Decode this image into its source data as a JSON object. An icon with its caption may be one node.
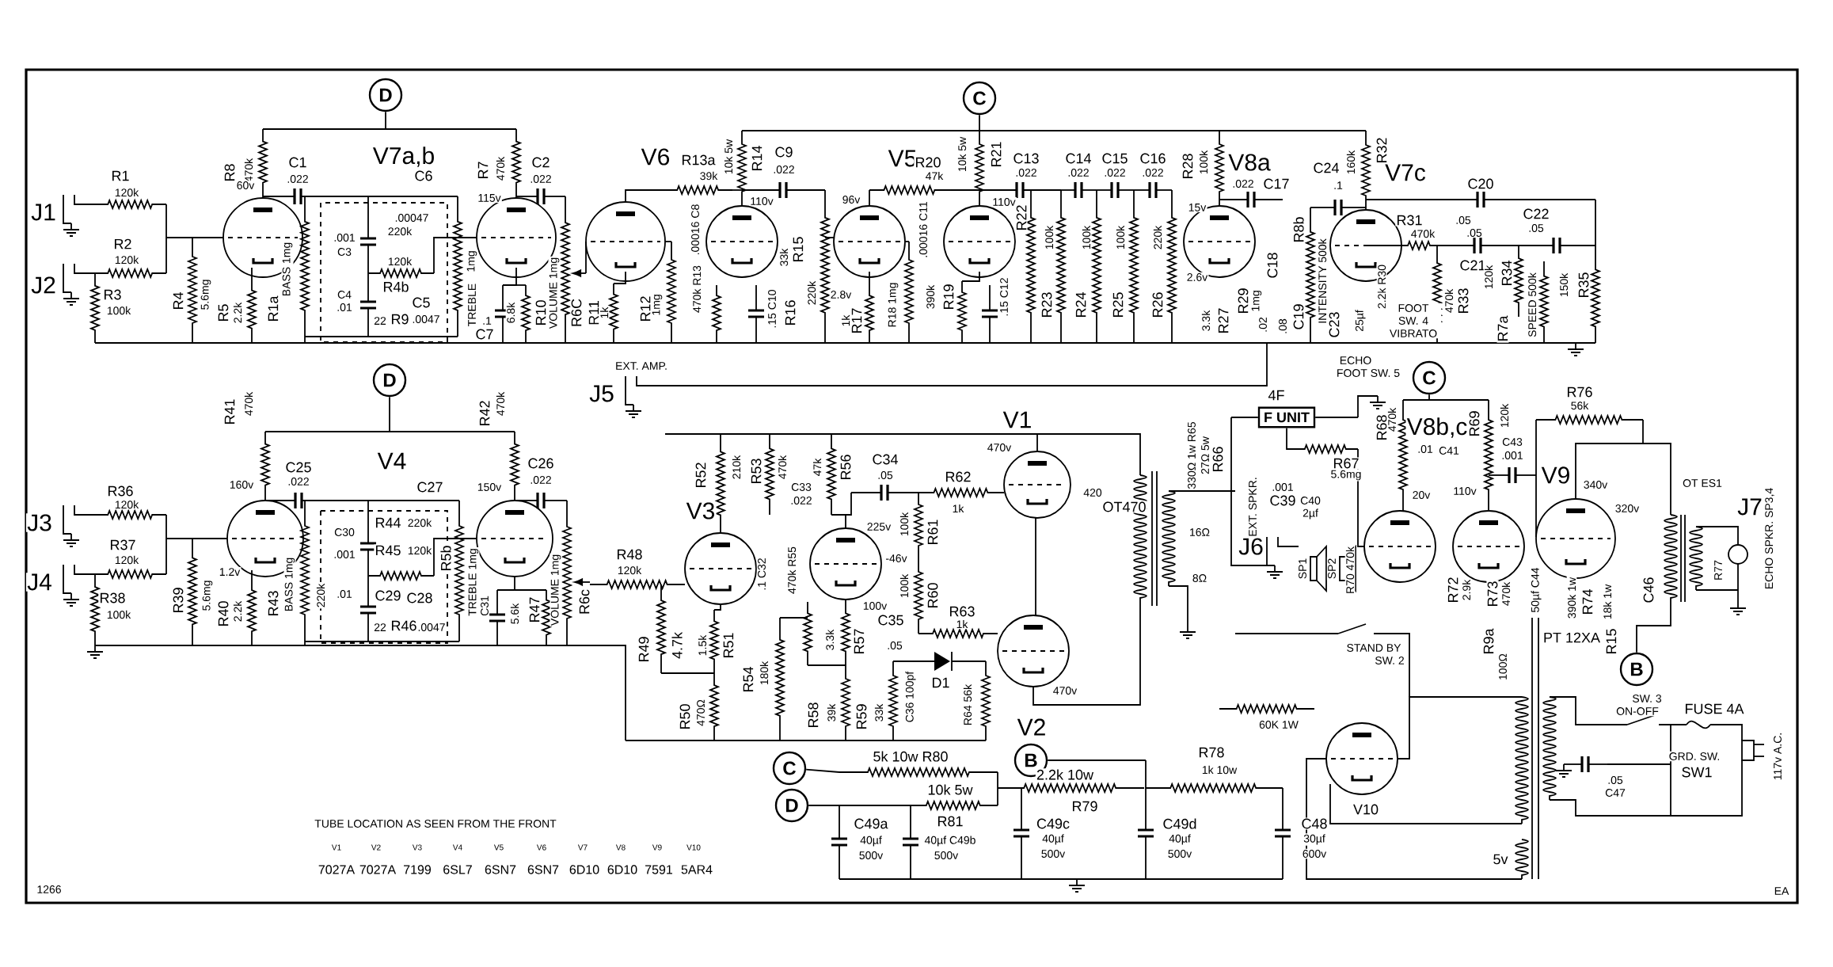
{
  "diagram": {
    "nodes": [
      {
        "text": [
          "D"
        ]
      },
      {
        "text": [
          "C"
        ]
      },
      {
        "text": [
          "D"
        ]
      },
      {
        "text": [
          "C"
        ]
      },
      {
        "text": [
          "F UNIT"
        ],
        "beside": [
          "4F"
        ]
      },
      {
        "text": [
          "B"
        ]
      },
      {
        "text": [
          "C"
        ]
      },
      {
        "text": [
          "B"
        ]
      },
      {
        "text": [
          "D"
        ]
      }
    ],
    "edges": [
      {
        "from": 0,
        "to": null,
        "arrow": "none"
      },
      {
        "from": 1,
        "to": null,
        "arrow": "none"
      },
      {
        "from": 2,
        "to": null,
        "arrow": "none"
      },
      {
        "from": 3,
        "to": null,
        "arrow": "none"
      },
      {
        "from": 4,
        "to": null,
        "arrow": "none"
      },
      {
        "from": 4,
        "to": null,
        "arrow": "none"
      },
      {
        "from": 4,
        "to": null,
        "arrow": "none"
      },
      {
        "from": 5,
        "to": null,
        "arrow": "none"
      },
      {
        "from": 6,
        "to": null,
        "arrow": "none"
      },
      {
        "from": 7,
        "to": null,
        "arrow": "none"
      },
      {
        "from": 8,
        "to": null,
        "arrow": "none"
      }
    ],
    "labels": [
      "J1",
      "J2",
      "R1",
      "120k",
      "R2",
      "120k",
      "R3",
      "100k",
      "R4",
      "5.6mg",
      "R5",
      "2.2k",
      "R8",
      "470k",
      "60v",
      "C1",
      ".022",
      "V7a,b",
      "C6",
      ".00047",
      "220k",
      "R1a",
      "BASS 1mg",
      ".001",
      "C3",
      "C4",
      ".01",
      "120k",
      "R4b",
      "C5",
      "22",
      "R9",
      ".0047",
      "R7",
      "470k",
      "115v",
      "C2",
      ".022",
      "TREBLE",
      "1mg",
      ".1",
      "C7",
      "6.8k",
      "R10",
      "VOLUME 1mg",
      "R6C",
      "R11",
      "1k",
      "V6",
      "R13a",
      "39k",
      "10k 5w",
      "R14",
      "C9",
      ".022",
      "110v",
      ".00016 C8",
      "R12",
      "1mg",
      "470k R13",
      "33k",
      "R15",
      ".15 C10",
      "R16",
      "220k",
      "V5",
      "R20",
      "47k",
      "10k 5w",
      "R21",
      "96v",
      "110v",
      ".00016 C11",
      "2.8v",
      "1k",
      "R17",
      "R18 1mg",
      "390k",
      "R19",
      ".15 C12",
      "R22",
      "C13",
      ".022",
      "C14",
      ".022",
      "C15",
      ".022",
      "C16",
      ".022",
      "R23",
      "100k",
      "R24",
      "100k",
      "R25",
      "100k",
      "R26",
      "220k",
      "R28",
      "100k",
      "15v",
      "2.6v",
      "3.3k",
      "R27",
      "R29",
      "1mg",
      "V8a",
      ".022",
      "C17",
      "C18",
      "R8b",
      ".02",
      ".08",
      "C19",
      "C24",
      ".1",
      "160k",
      "R32",
      "V7c",
      "C20",
      "R31",
      "470k",
      ".05",
      ".05",
      "C22",
      ".05",
      "C21",
      "INTENSITY 500k",
      "C23",
      "25µf",
      "2.2k R30",
      "FOOT SW. 4 VIBRATO",
      "470k",
      "R33",
      "120k",
      "R34",
      "R7a",
      "SPEED 500k",
      "150k",
      "R35",
      "EXT. AMP.",
      "J5",
      "J3",
      "J4",
      "R36",
      "120k",
      "R37",
      "120k",
      "R38",
      "100k",
      "R39",
      "5.6mg",
      "R40",
      "2.2k",
      "1.2v",
      "R41",
      "470k",
      "160v",
      "C25",
      ".022",
      "V4",
      "R42",
      "470k",
      "150v",
      "C26",
      ".022",
      "C27",
      "R44",
      "220k",
      "R43",
      "BASS 1mg",
      "220k",
      "C30",
      ".001",
      "R45",
      "120k",
      "R5b",
      ".01",
      "C29",
      "C28",
      "22",
      "R46",
      ".0047",
      "TREBLE 1mg",
      "C31",
      "5.6k",
      "R47",
      "VOLUME 1mg",
      "R6c",
      "R48",
      "120k",
      "V3",
      "R49",
      "4.7k",
      "1.5k",
      "R51",
      "R50",
      "470Ω",
      ".1 C32",
      "470k R55",
      "R54",
      "180k",
      "225v",
      "3.3k",
      "R57",
      "100v",
      "R58",
      "39k",
      "R59",
      "33k",
      "C35",
      ".05",
      "C36 100pf",
      "D1",
      "R64 56k",
      "100k",
      "R60",
      "-46v",
      "100k",
      "R61",
      "R63",
      "1k",
      "V2",
      "470v",
      "V1",
      "470v",
      "420",
      "C34",
      ".05",
      "R62",
      "1k",
      "R52",
      "210k",
      "R53",
      "470k",
      "C33",
      ".022",
      "47k",
      "R56",
      "OT470",
      "330Ω 1w R65",
      "27Ω 5w",
      "R66",
      "EXT. SPKR.",
      "16Ω",
      "8Ω",
      "J6",
      "SP1",
      "SP2",
      "ECHO",
      "FOOT SW. 5",
      "R67",
      "5.6mg",
      ".001",
      "C39",
      "C40",
      "2µf",
      "R68",
      "470k",
      "V8b,c",
      ".01",
      "C41",
      "R69",
      "120k",
      "C43",
      ".001",
      "20v",
      "110v",
      "R76",
      "56k",
      "V9",
      "340v",
      "320v",
      "OT ES1",
      "J7",
      "ECHO SPKR. SP3,4",
      "R77",
      "R70 470k",
      "R72",
      "2.9k",
      "R73",
      "470k",
      "50µf C44",
      "390k 1w",
      "R74",
      "18k 1w",
      "C46",
      "R9a",
      "PT 12XA",
      "R15",
      "100Ω",
      "STAND BY",
      "SW. 2",
      "SW. 3",
      "ON-OFF",
      "FUSE 4A",
      "GRD. SW.",
      "SW1",
      ".05",
      "C47",
      "117v A.C.",
      "V10",
      "5v",
      "60K 1W",
      "5k 10w R80",
      "10k 5w",
      "C49a",
      "R81",
      "40µf",
      "500v",
      "40µf C49b",
      "500v",
      "2.2k 10w",
      "R79",
      "C49c",
      "40µf",
      "500v",
      "C49d",
      "40µf",
      "500v",
      "R78",
      "1k 10w",
      "C48",
      "30µf",
      "600v",
      "TUBE LOCATION AS SEEN FROM THE FRONT",
      "V1",
      "V2",
      "V3",
      "V4",
      "V5",
      "V6",
      "V7",
      "V8",
      "V9",
      "V10",
      "7027A",
      "7027A",
      "7199",
      "6SL7",
      "6SN7",
      "6SN7",
      "6D10",
      "6D10",
      "7591",
      "5AR4",
      "1266",
      "EA"
    ]
  }
}
